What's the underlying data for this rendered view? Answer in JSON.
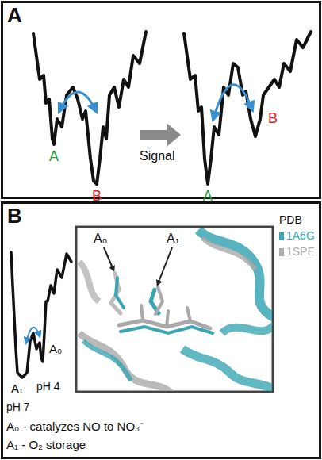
{
  "diagram": {
    "nodes": [
      {
        "text": [
          "A"
        ]
      },
      {
        "text": [
          "B"
        ]
      }
    ],
    "edges": [],
    "labels": [
      "A",
      "B",
      "Signal",
      "A",
      "B",
      "PDB",
      "A₀",
      "A₁",
      "A₀",
      "A₁",
      "pH 4",
      "pH 7",
      "A₀ - catalyzes NO to NO₃⁻",
      "A₁ - O₂ storage"
    ],
    "legend": [
      {
        "text": "1A6G",
        "color": "#3aa6b4"
      },
      {
        "text": "1SPE",
        "color": "#a9a9a9"
      }
    ]
  }
}
